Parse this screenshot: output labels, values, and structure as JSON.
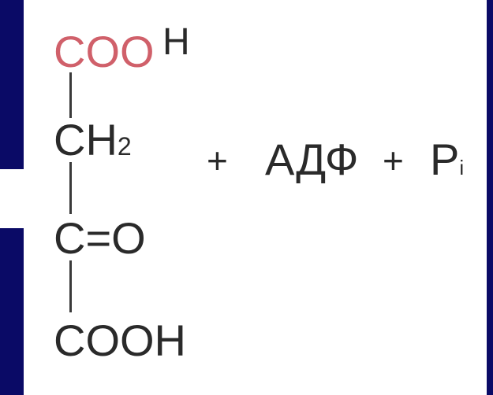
{
  "colors": {
    "background": "#0a0a66",
    "panel": "#ffffff",
    "text": "#2a2a2a",
    "highlight": "#d0606a"
  },
  "molecule": {
    "top_group": "COO",
    "top_h": "H",
    "ch": "CH",
    "ch_sub": "2",
    "carbonyl": "C=O",
    "bottom_group": "COOH"
  },
  "equation": {
    "plus_1": "+",
    "adp": "АДФ",
    "plus_2": "+",
    "phosphate": "P",
    "phosphate_sub": "i"
  }
}
